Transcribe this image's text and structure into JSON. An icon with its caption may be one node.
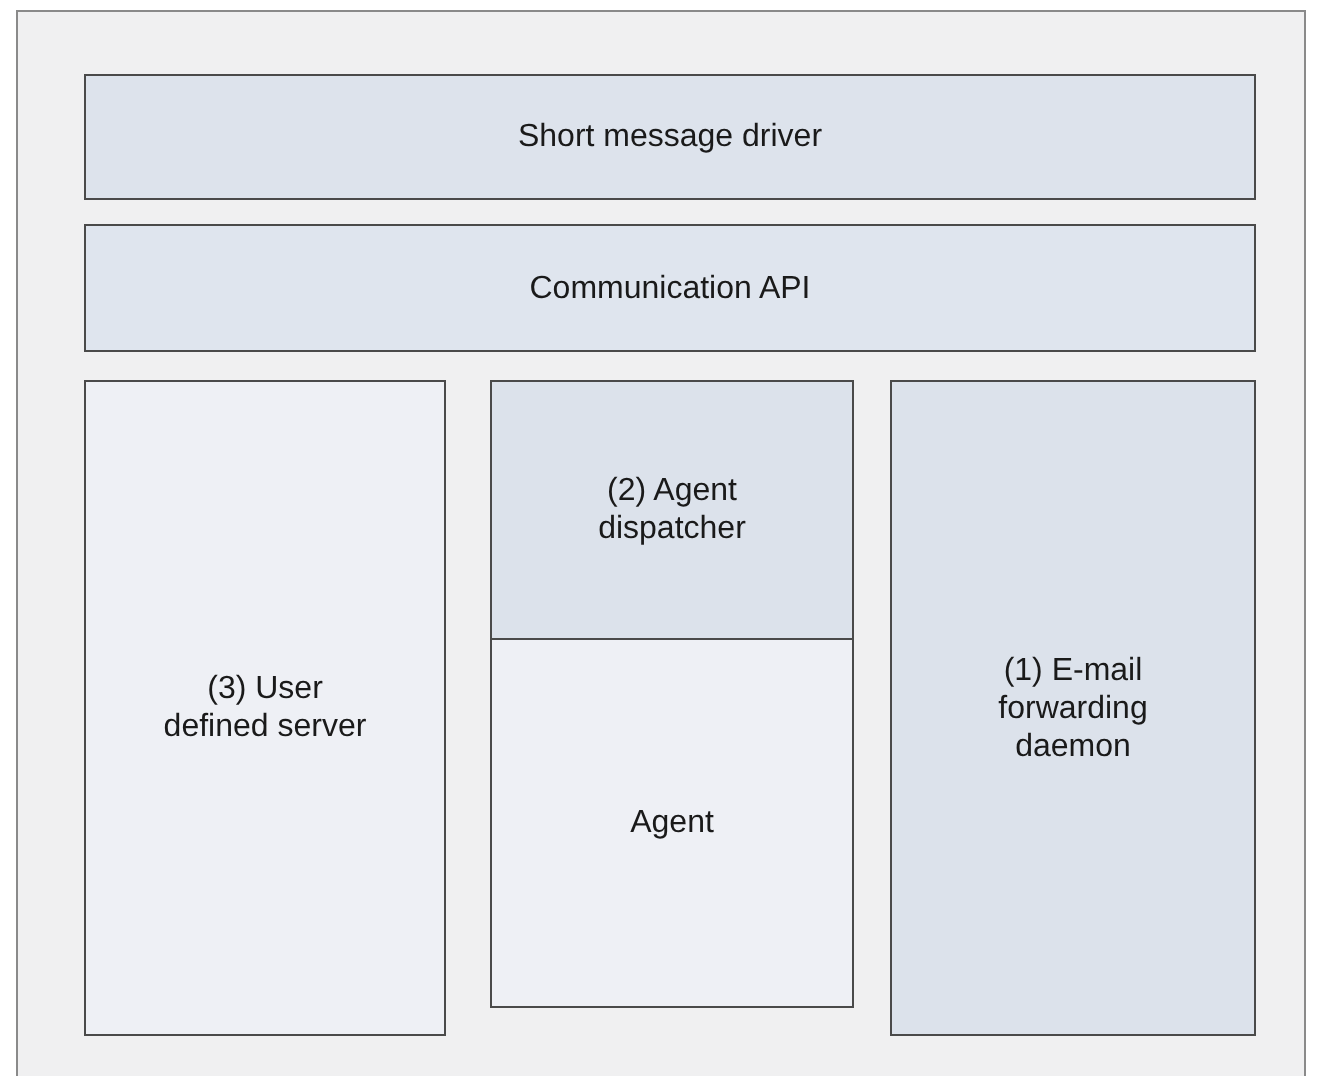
{
  "diagram": {
    "nodes": [
      {
        "text": [
          "Short message driver"
        ]
      },
      {
        "text": [
          "Communication API"
        ]
      },
      {
        "text": [
          "(3) User defined server"
        ]
      },
      {
        "text": [
          "(2) Agent dispatcher"
        ]
      },
      {
        "text": [
          "Agent"
        ]
      },
      {
        "text": [
          "(1) E-mail forwarding daemon"
        ]
      }
    ]
  }
}
